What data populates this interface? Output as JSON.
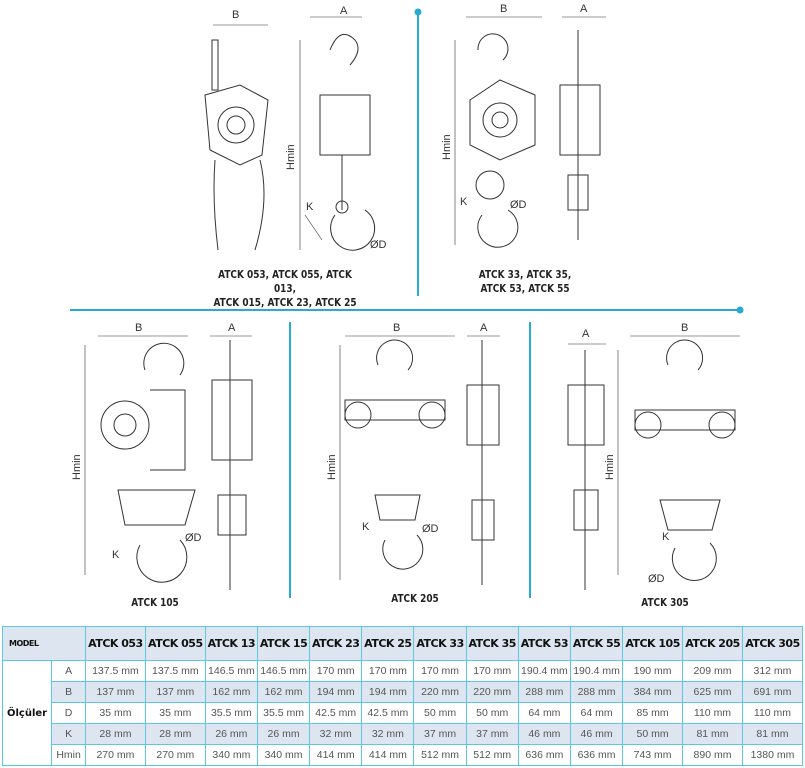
{
  "diagrams": {
    "top_left": {
      "dim_b": "B",
      "dim_a": "A",
      "dim_h": "Hmin",
      "dim_k": "K",
      "dim_d": "ØD",
      "caption_line1": "ATCK 053, ATCK 055, ATCK 013,",
      "caption_line2": "ATCK 015, ATCK 23, ATCK 25"
    },
    "top_right": {
      "dim_b": "B",
      "dim_a": "A",
      "dim_h": "Hmin",
      "dim_k": "K",
      "dim_d": "ØD",
      "caption_line1": "ATCK 33, ATCK 35,",
      "caption_line2": "ATCK 53, ATCK 55"
    },
    "bottom_left": {
      "dim_b": "B",
      "dim_a": "A",
      "dim_h": "Hmin",
      "dim_k": "K",
      "dim_d": "ØD",
      "caption": "ATCK 105"
    },
    "bottom_mid": {
      "dim_b": "B",
      "dim_a": "A",
      "dim_h": "Hmin",
      "dim_k": "K",
      "dim_d": "ØD",
      "caption": "ATCK 205"
    },
    "bottom_right": {
      "dim_b": "B",
      "dim_a": "A",
      "dim_h": "Hmin",
      "dim_k": "K",
      "dim_d": "ØD",
      "caption": "ATCK 305"
    }
  },
  "accent_color": "#29a9d6",
  "table": {
    "model_label": "MODEL",
    "group_label": "Ölçüler",
    "models": [
      "ATCK 053",
      "ATCK 055",
      "ATCK 13",
      "ATCK 15",
      "ATCK 23",
      "ATCK 25",
      "ATCK 33",
      "ATCK 35",
      "ATCK 53",
      "ATCK 55",
      "ATCK 105",
      "ATCK 205",
      "ATCK 305"
    ],
    "rows": [
      {
        "label": "A",
        "values": [
          "137.5 mm",
          "137.5 mm",
          "146.5 mm",
          "146.5 mm",
          "170 mm",
          "170 mm",
          "170 mm",
          "170 mm",
          "190.4 mm",
          "190.4 mm",
          "190 mm",
          "209 mm",
          "312 mm"
        ]
      },
      {
        "label": "B",
        "values": [
          "137 mm",
          "137 mm",
          "162 mm",
          "162 mm",
          "194 mm",
          "194 mm",
          "220 mm",
          "220 mm",
          "288 mm",
          "288 mm",
          "384 mm",
          "625 mm",
          "691 mm"
        ]
      },
      {
        "label": "D",
        "values": [
          "35 mm",
          "35 mm",
          "35.5 mm",
          "35.5 mm",
          "42.5 mm",
          "42.5 mm",
          "50 mm",
          "50 mm",
          "64 mm",
          "64 mm",
          "85 mm",
          "110 mm",
          "110 mm"
        ]
      },
      {
        "label": "K",
        "values": [
          "28 mm",
          "28 mm",
          "26 mm",
          "26 mm",
          "32 mm",
          "32 mm",
          "37 mm",
          "37 mm",
          "46 mm",
          "46 mm",
          "50 mm",
          "81 mm",
          "81 mm"
        ]
      },
      {
        "label": "Hmin",
        "values": [
          "270 mm",
          "270 mm",
          "340 mm",
          "340 mm",
          "414 mm",
          "414 mm",
          "512 mm",
          "512 mm",
          "636 mm",
          "636 mm",
          "743 mm",
          "890 mm",
          "1380 mm"
        ]
      }
    ]
  }
}
